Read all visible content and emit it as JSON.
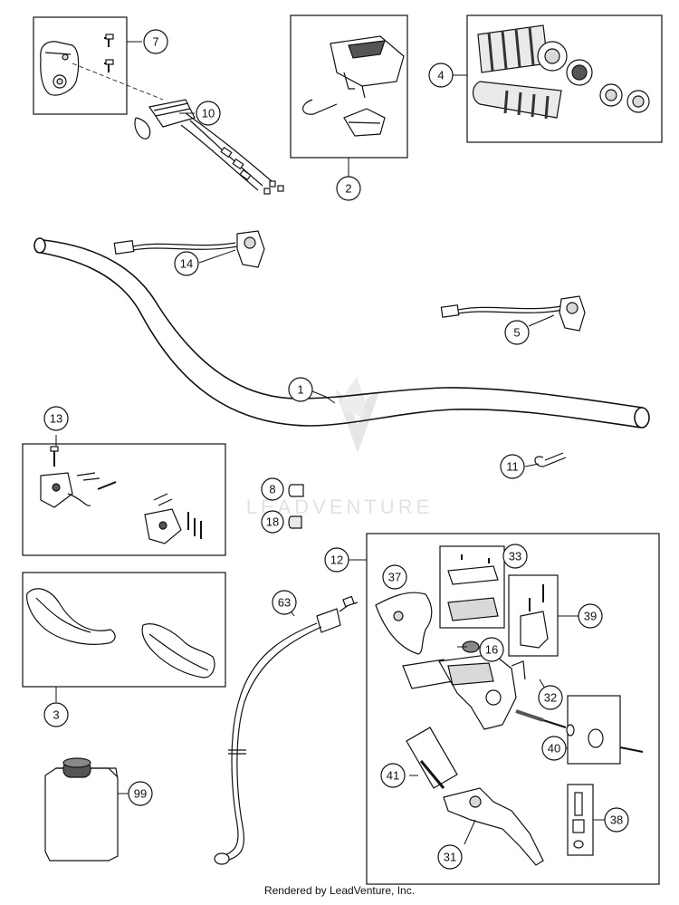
{
  "footer": "Rendered by LeadVenture, Inc.",
  "watermark": {
    "text": "LEADVENTURE"
  },
  "callouts": [
    "7",
    "10",
    "2",
    "4",
    "14",
    "5",
    "1",
    "13",
    "11",
    "8",
    "18",
    "12",
    "33",
    "37",
    "39",
    "16",
    "32",
    "40",
    "41",
    "38",
    "31",
    "3",
    "63",
    "99"
  ],
  "colors": {
    "line": "#111111",
    "part_fill": "#ffffff",
    "part_shade": "#d9d9d9",
    "dark": "#555555",
    "watermark": "#cfcfcf"
  }
}
